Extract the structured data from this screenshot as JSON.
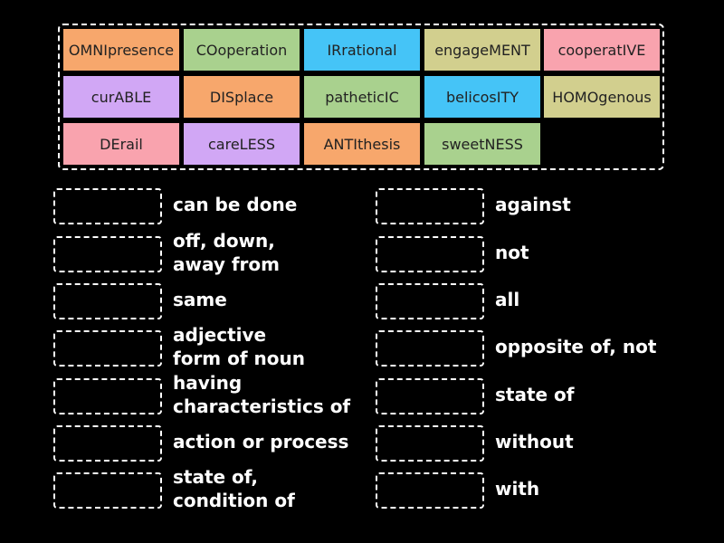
{
  "colors": {
    "orange": "#f7a76c",
    "green": "#a9d18e",
    "blue": "#45c4f7",
    "olive": "#d2cf8e",
    "pink": "#f9a3ae",
    "purple": "#d1a7f5"
  },
  "tiles": [
    {
      "label": "OMNIpresence",
      "color": "orange"
    },
    {
      "label": "COoperation",
      "color": "green"
    },
    {
      "label": "IRrational",
      "color": "blue"
    },
    {
      "label": "engageMENT",
      "color": "olive"
    },
    {
      "label": "cooperatIVE",
      "color": "pink"
    },
    {
      "label": "curABLE",
      "color": "purple"
    },
    {
      "label": "DISplace",
      "color": "orange"
    },
    {
      "label": "patheticIC",
      "color": "green"
    },
    {
      "label": "belicosITY",
      "color": "blue"
    },
    {
      "label": "HOMOgenous",
      "color": "olive"
    },
    {
      "label": "DErail",
      "color": "pink"
    },
    {
      "label": "careLESS",
      "color": "purple"
    },
    {
      "label": "ANTIthesis",
      "color": "orange"
    },
    {
      "label": "sweetNESS",
      "color": "green"
    }
  ],
  "left_definitions": [
    "can be done",
    "off, down,\naway from",
    "same",
    "adjective\nform of noun",
    "having\ncharacteristics of",
    "action or process",
    "state of,\ncondition of"
  ],
  "right_definitions": [
    "against",
    "not",
    "all",
    "opposite of, not",
    "state of",
    "without",
    "with"
  ]
}
